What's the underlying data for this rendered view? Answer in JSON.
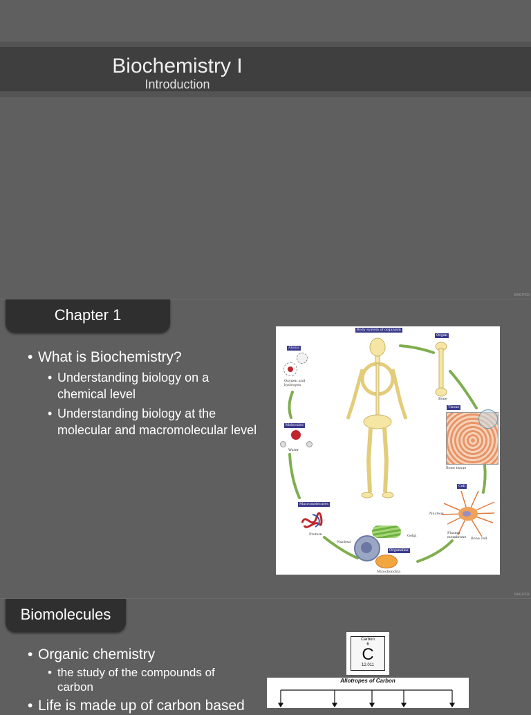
{
  "slide1": {
    "title": "Biochemistry I",
    "subtitle": "Introduction",
    "watermark": "BAGIPOX"
  },
  "slide2": {
    "header": "Chapter 1",
    "bullet_main": "What is Biochemistry?",
    "sub_bullets": [
      "Understanding biology on a chemical level",
      "Understanding biology at the molecular and macromolecular level"
    ],
    "figure": {
      "tags": {
        "body": "Body system of organism",
        "atoms": "Atoms",
        "molecules": "Molecules",
        "macro": "Macromolecules",
        "organ": "Organ",
        "tissue": "Tissue",
        "cell": "Cell",
        "organelles": "Organelles"
      },
      "captions": {
        "oxy": "Oxygen and hydrogen",
        "water": "Water",
        "protein": "Protein",
        "bone": "Bone",
        "bonetissue": "Bone tissue",
        "nucleus1": "Nucleus",
        "nucleus2": "Nucleus",
        "plasma": "Plasma membrane",
        "bonecell": "Bone cell",
        "golgi": "Golgi",
        "mito": "Mitochondria"
      }
    },
    "watermark": "BAGIPOX"
  },
  "slide3": {
    "header": "Biomolecules",
    "bullet_main": "Organic chemistry",
    "sub_bullet": "the study of the compounds of carbon",
    "bullet_cut": "Life is made up of carbon based",
    "carbon": {
      "name": "Carbon",
      "number": "6",
      "symbol": "C",
      "mass": "12.011"
    },
    "allotropes_title": "Allotropes of Carbon"
  }
}
